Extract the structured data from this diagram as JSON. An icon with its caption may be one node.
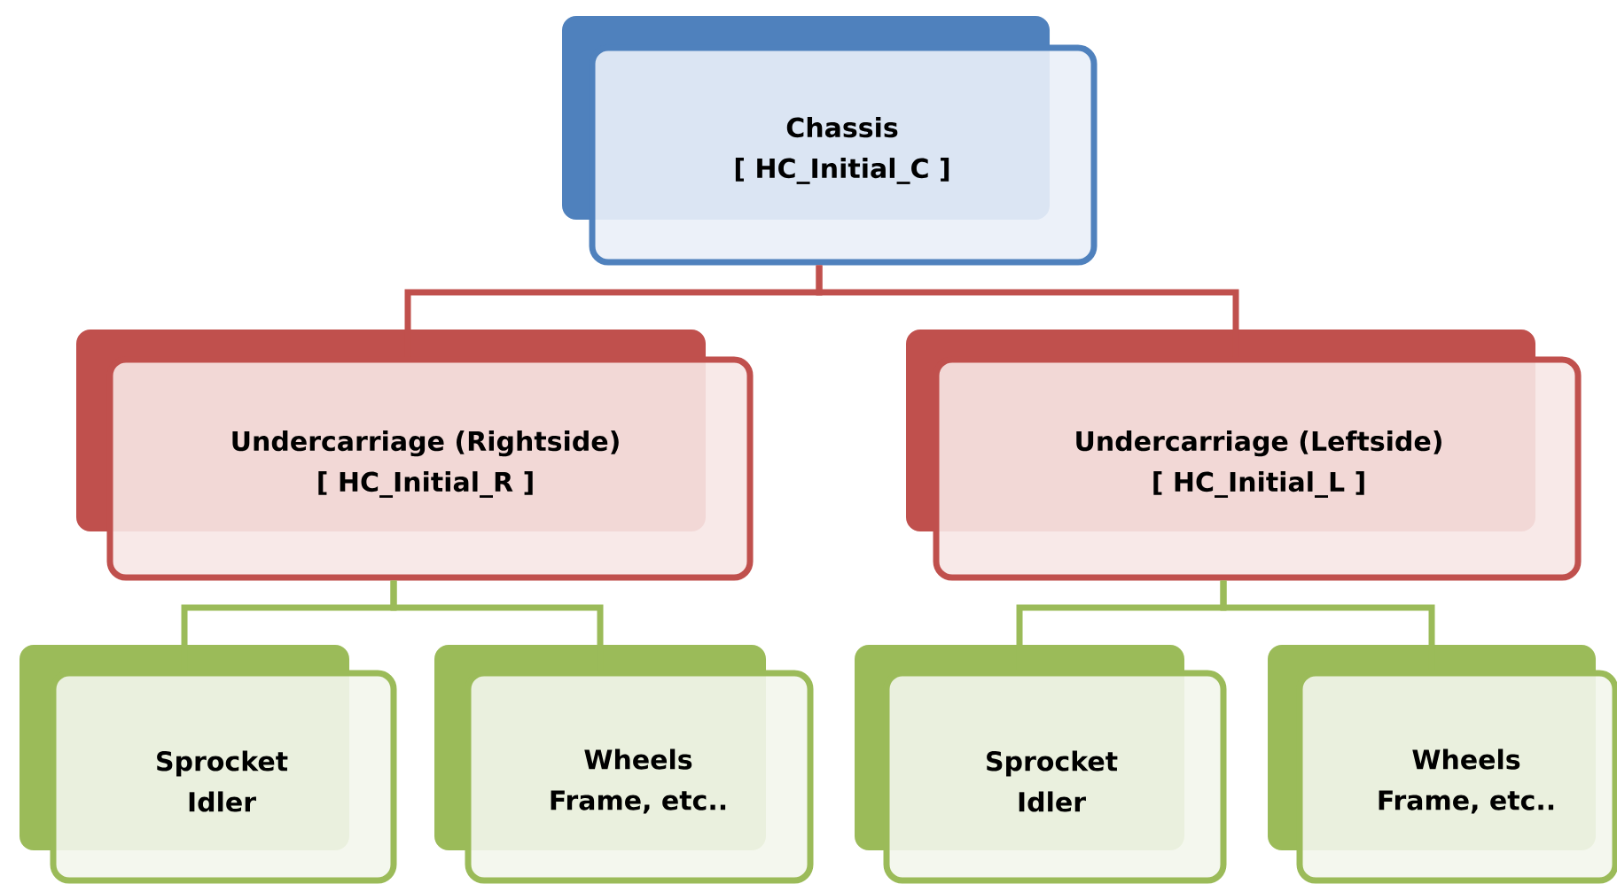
{
  "diagram": {
    "nodes": [
      {
        "text": [
          "Chassis",
          "[ HC_Initial_C ]"
        ]
      },
      {
        "text": [
          "Undercarriage (Rightside)",
          "[ HC_Initial_R ]"
        ]
      },
      {
        "text": [
          "Undercarriage (Leftside)",
          "[ HC_Initial_L ]"
        ]
      },
      {
        "text": [
          "Sprocket",
          "Idler"
        ]
      },
      {
        "text": [
          "Wheels",
          "Frame, etc.."
        ]
      },
      {
        "text": [
          "Sprocket",
          "Idler"
        ]
      },
      {
        "text": [
          "Wheels",
          "Frame, etc.."
        ]
      }
    ],
    "edges": [
      {
        "from": 0,
        "to": 1,
        "arrow": "none",
        "color": "#c0504d"
      },
      {
        "from": 0,
        "to": 2,
        "arrow": "none",
        "color": "#c0504d"
      },
      {
        "from": 1,
        "to": 3,
        "arrow": "none"
      },
      {
        "from": 1,
        "to": 4,
        "arrow": "none"
      },
      {
        "from": 2,
        "to": 5,
        "arrow": "none"
      },
      {
        "from": 2,
        "to": 6,
        "arrow": "none"
      }
    ]
  }
}
